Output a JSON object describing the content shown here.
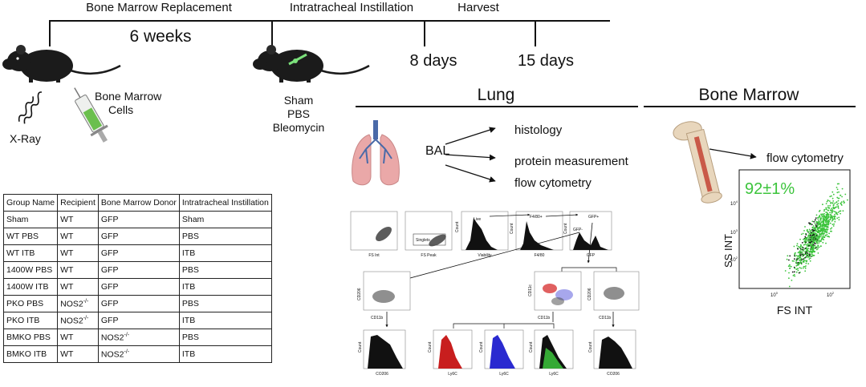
{
  "timeline": {
    "phase1": "Bone Marrow Replacement",
    "phase2": "Intratracheal Instillation",
    "phase3": "Harvest",
    "duration": "6 weeks",
    "day1": "8 days",
    "day2": "15 days"
  },
  "left": {
    "xray": "X-Ray",
    "bm_cells_1": "Bone Marrow",
    "bm_cells_2": "Cells",
    "treat1": "Sham",
    "treat2": "PBS",
    "treat3": "Bleomycin"
  },
  "lung": {
    "title": "Lung",
    "bal": "BAL",
    "out1": "histology",
    "out2": "protein measurement",
    "out3": "flow cytometry"
  },
  "bone_marrow": {
    "title": "Bone Marrow",
    "out": "flow cytometry",
    "percent": "92±1%",
    "ylabel": "SS INT",
    "xlabel": "FS INT",
    "ticks_y": [
      "10",
      "10",
      "10"
    ],
    "ticks_x": [
      "10",
      "10"
    ],
    "tick_exps_y": [
      "4",
      "3",
      "2"
    ],
    "tick_exps_x": [
      "0",
      "2"
    ]
  },
  "gating": {
    "p1_x": "FS Int",
    "p2_x": "FS Peak",
    "p2_gate": "Singlets",
    "p3_x": "Viability",
    "p3_y": "Count",
    "p3_gate": "Live",
    "p4_x": "F4/80",
    "p4_y": "Count",
    "p4_gate": "F4/80+",
    "p5_x": "GFP",
    "p5_y": "Count",
    "p5_gate": "GFP+",
    "p5_gate2": "GFP-",
    "s1_x": "CD11b",
    "s1_y": "CD206",
    "s2_x": "CD11b",
    "s2_y": "CD11c",
    "s3_x": "CD11b",
    "s3_y": "CD206",
    "h1_x": "CO206",
    "h2_x": "Ly6C",
    "h3_x": "Ly6C",
    "h4_x": "Ly6C",
    "h5_x": "CO206",
    "count": "Count"
  },
  "table": {
    "headers": [
      "Group Name",
      "Recipient",
      "Bone Marrow Donor",
      "Intratracheal Instillation"
    ],
    "rows": [
      [
        "Sham",
        "WT",
        "GFP",
        "Sham"
      ],
      [
        "WT PBS",
        "WT",
        "GFP",
        "PBS"
      ],
      [
        "WT ITB",
        "WT",
        "GFP",
        "ITB"
      ],
      [
        "1400W PBS",
        "WT",
        "GFP",
        "PBS"
      ],
      [
        "1400W ITB",
        "WT",
        "GFP",
        "ITB"
      ],
      [
        "PKO PBS",
        "NOS2-/-",
        "GFP",
        "PBS"
      ],
      [
        "PKO ITB",
        "NOS2-/-",
        "GFP",
        "ITB"
      ],
      [
        "BMKO PBS",
        "WT",
        "NOS2-/-",
        "PBS"
      ],
      [
        "BMKO ITB",
        "WT",
        "NOS2-/-",
        "ITB"
      ]
    ]
  },
  "colors": {
    "gfp_green": "#3cc43c",
    "bleomycin_green": "#7be07b",
    "red_hist": "#c81e1e",
    "blue_hist": "#2a2ad0",
    "lung_pink": "#eaa8a8",
    "airway_blue": "#4a6aa8",
    "bone_tan": "#e8d6bc"
  }
}
